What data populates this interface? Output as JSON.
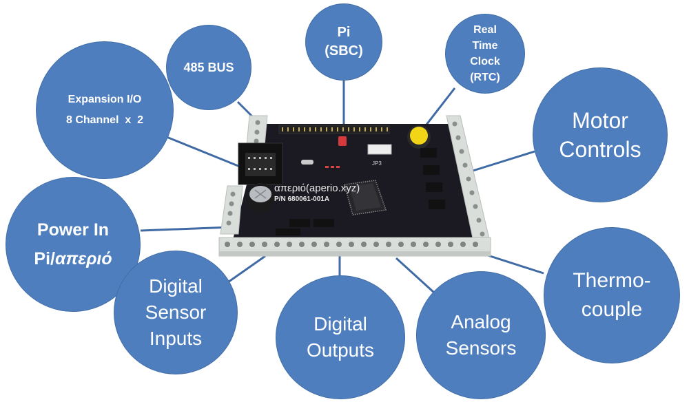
{
  "bubbles": {
    "expansion": {
      "line1": "Expansion I/O",
      "line2": "8 Channel  x  2"
    },
    "bus485": {
      "line1": "485 BUS"
    },
    "pi": {
      "line1": "Pi",
      "line2": "(SBC)"
    },
    "rtc": {
      "line1": "Real",
      "line2": "Time",
      "line3": "Clock",
      "line4": "(RTC)"
    },
    "motor": {
      "line1": "Motor",
      "line2": "Controls"
    },
    "power": {
      "line1": "Power In",
      "line2_prefix": "Pi/",
      "line2_italic": "απεριό"
    },
    "thermo": {
      "line1": "Thermo-",
      "line2": "couple"
    },
    "digital_sensor": {
      "line1": "Digital",
      "line2": "Sensor",
      "line3": "Inputs"
    },
    "digital_outputs": {
      "line1": "Digital",
      "line2": "Outputs"
    },
    "analog": {
      "line1": "Analog",
      "line2": "Sensors"
    }
  },
  "board": {
    "brand": "απεριό(aperio.xyz)",
    "part_number": "P/N 680061-001A",
    "jumper": "JP3"
  },
  "colors": {
    "bubble_fill": "#4f7ebe",
    "connector": "#3f6aa4",
    "pcb": "#1b1a22",
    "terminal": "#d9dedb"
  }
}
